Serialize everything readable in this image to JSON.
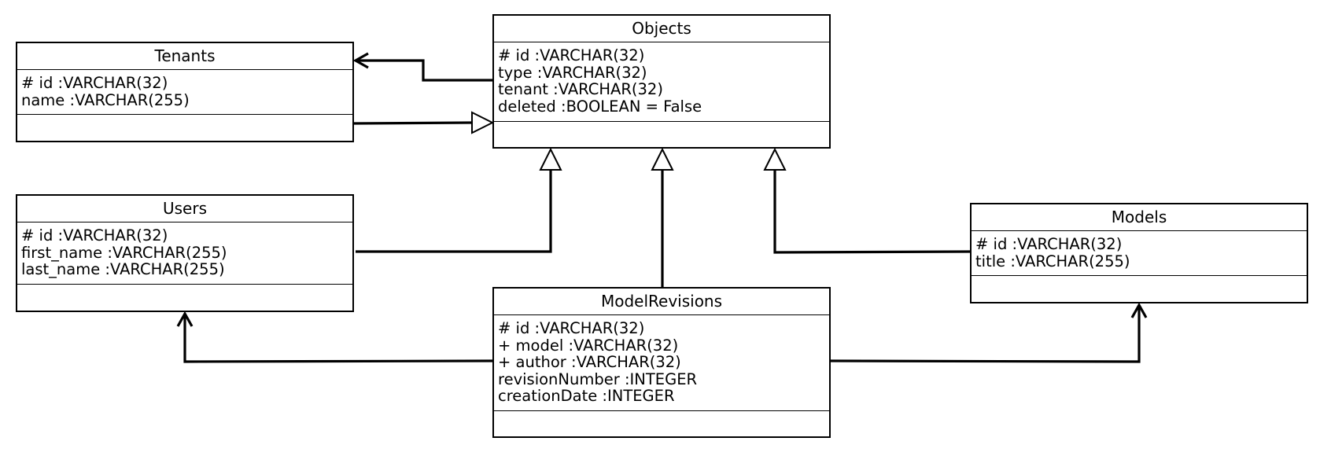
{
  "classes": {
    "tenants": {
      "name": "Tenants",
      "attributes": [
        "# id :VARCHAR(32)",
        "name :VARCHAR(255)"
      ]
    },
    "objects": {
      "name": "Objects",
      "attributes": [
        "# id :VARCHAR(32)",
        "type :VARCHAR(32)",
        "tenant :VARCHAR(32)",
        "deleted :BOOLEAN = False"
      ]
    },
    "users": {
      "name": "Users",
      "attributes": [
        "# id :VARCHAR(32)",
        "first_name :VARCHAR(255)",
        "last_name :VARCHAR(255)"
      ]
    },
    "models": {
      "name": "Models",
      "attributes": [
        "# id :VARCHAR(32)",
        "title :VARCHAR(255)"
      ]
    },
    "modelrevisions": {
      "name": "ModelRevisions",
      "attributes": [
        "# id :VARCHAR(32)",
        "+ model :VARCHAR(32)",
        "+ author :VARCHAR(32)",
        "revisionNumber :INTEGER",
        "creationDate :INTEGER"
      ]
    }
  },
  "relationships": [
    {
      "from": "Objects",
      "to": "Tenants",
      "kind": "association"
    },
    {
      "from": "Tenants",
      "to": "Objects",
      "kind": "generalization"
    },
    {
      "from": "Users",
      "to": "Objects",
      "kind": "generalization"
    },
    {
      "from": "ModelRevisions",
      "to": "Objects",
      "kind": "generalization"
    },
    {
      "from": "Models",
      "to": "Objects",
      "kind": "generalization"
    },
    {
      "from": "ModelRevisions",
      "to": "Users",
      "kind": "association"
    },
    {
      "from": "ModelRevisions",
      "to": "Models",
      "kind": "association"
    }
  ],
  "colors": {
    "stroke": "#000000",
    "background": "#ffffff"
  }
}
